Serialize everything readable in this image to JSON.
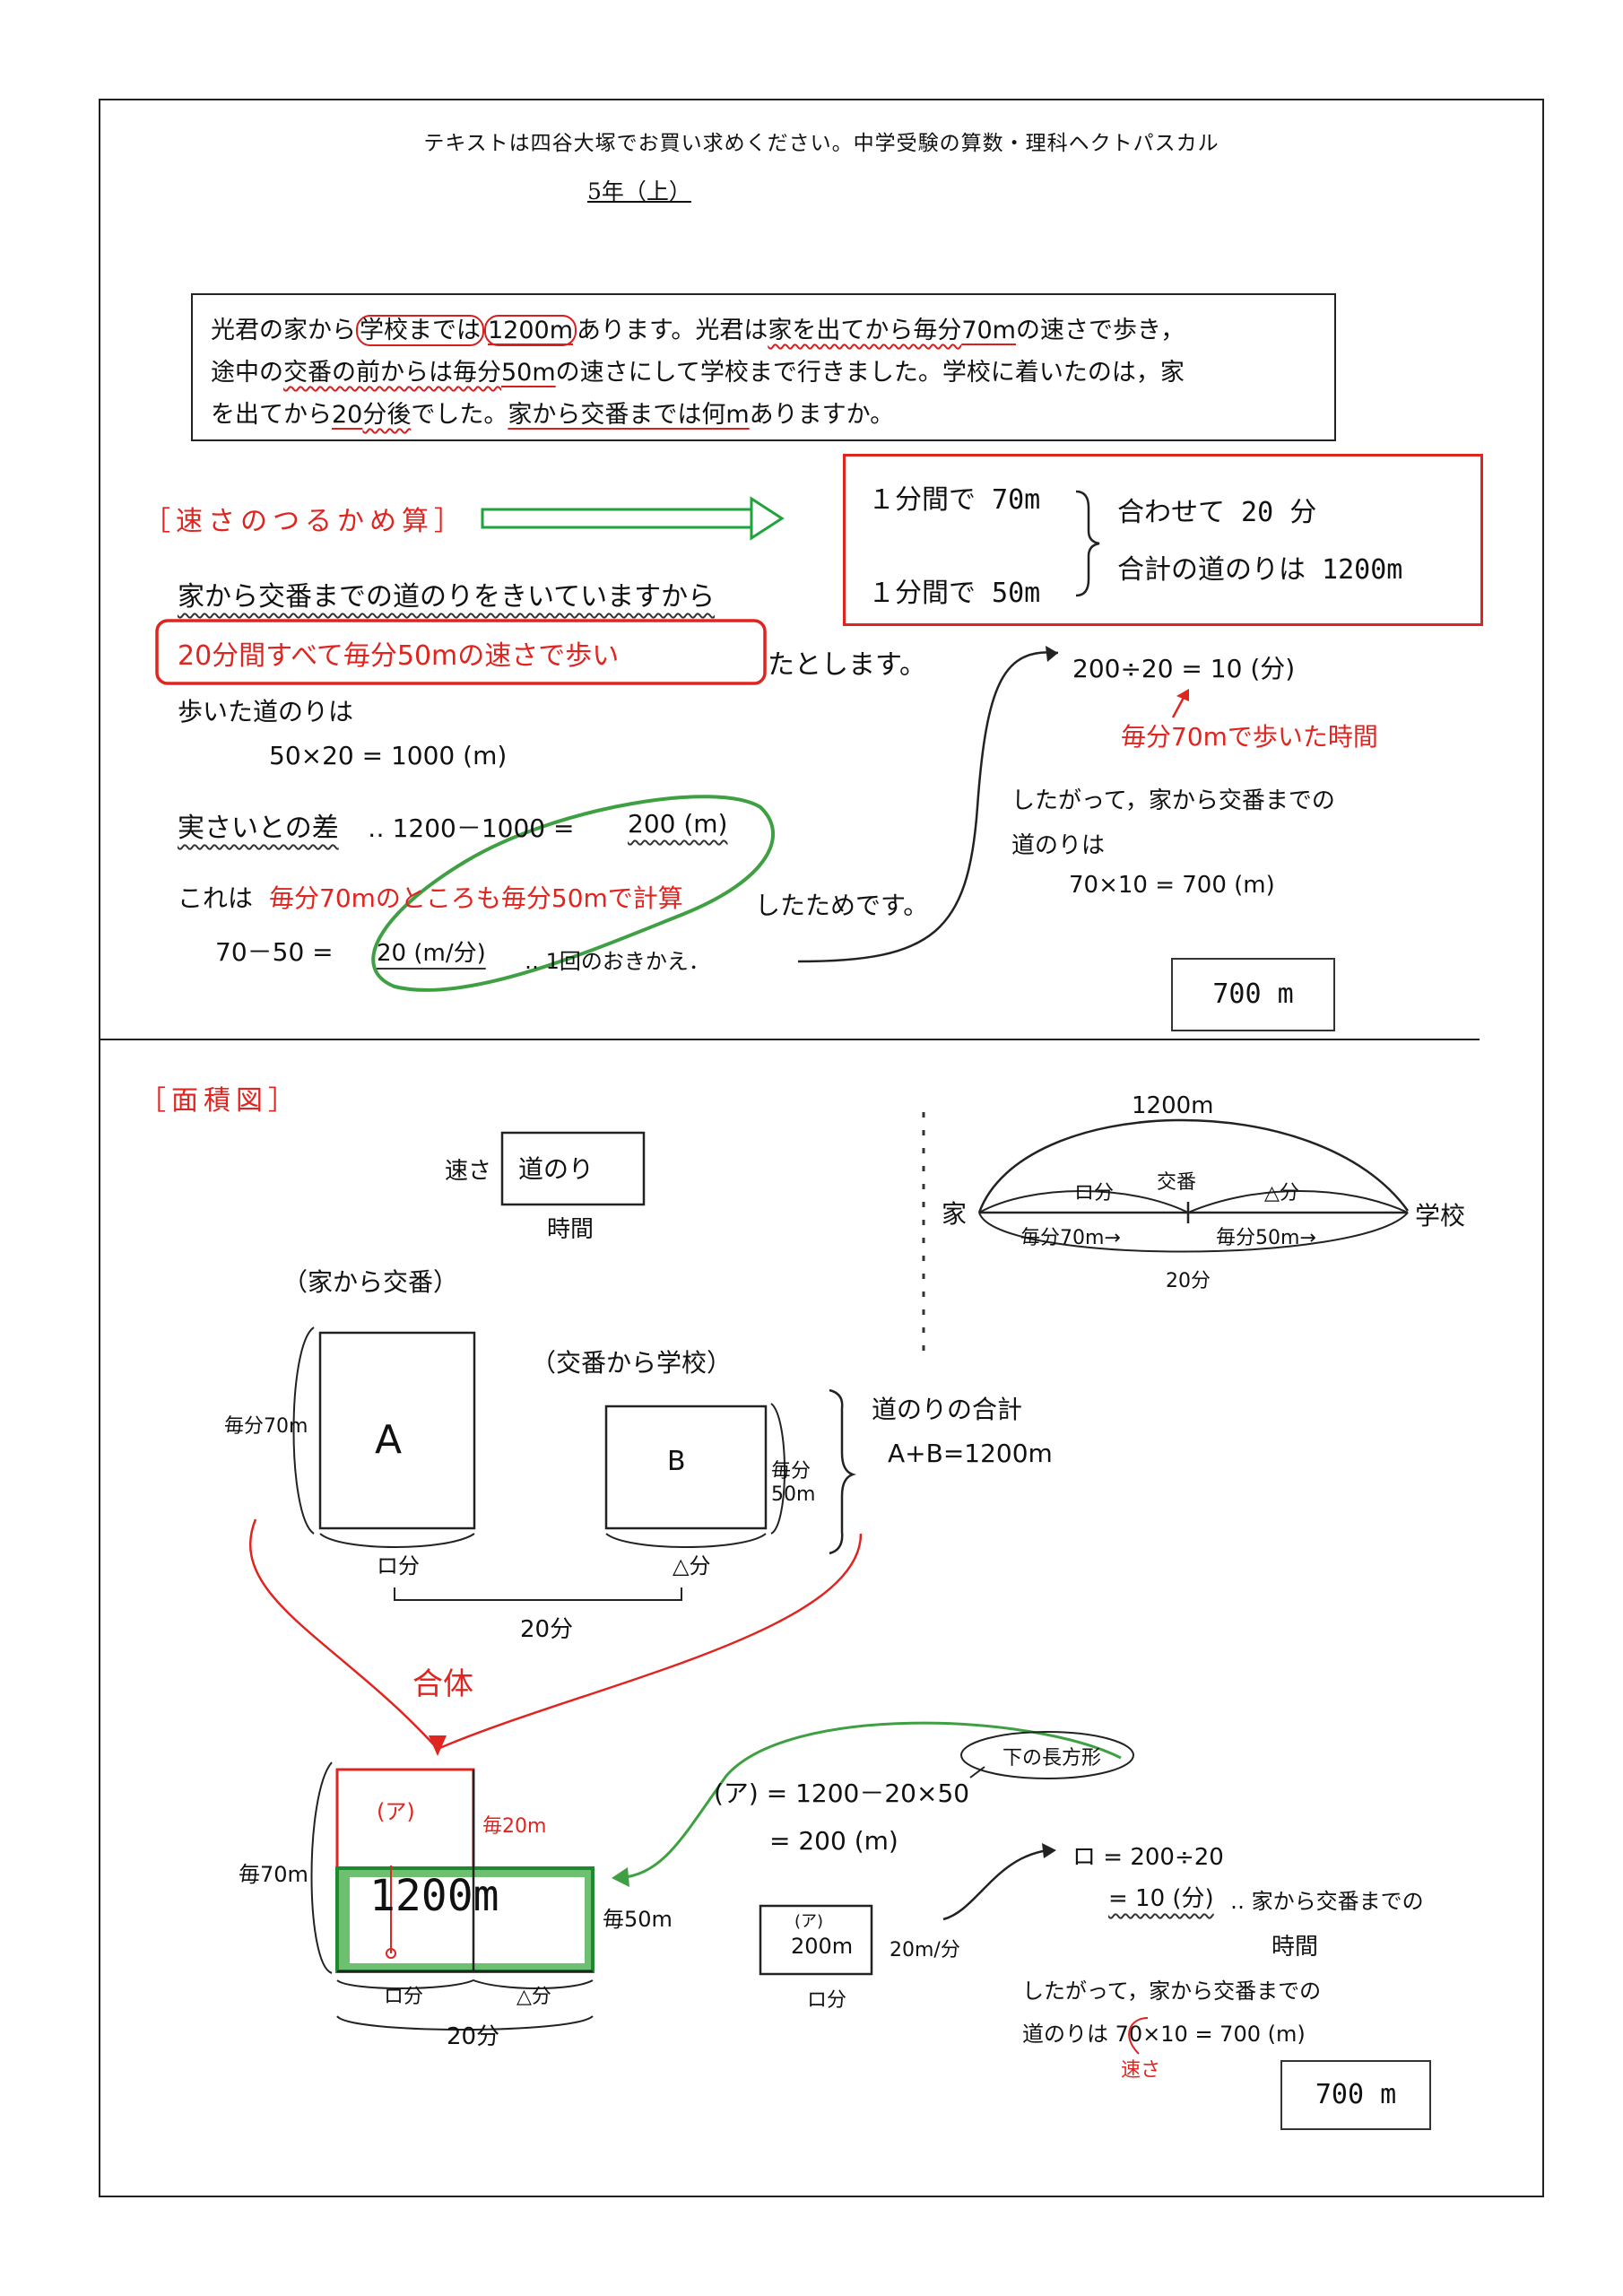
{
  "header": {
    "notice": "テキストは四谷大塚でお買い求めください。中学受験の算数・理科ヘクトパスカル",
    "grade": "5年（上）"
  },
  "problem": {
    "l1a": "光君の家から",
    "l1b": "学校までは",
    "l1c": "1200m",
    "l1d": "あります。光君は",
    "l1e": "家を出てから毎分",
    "l1f": "70m",
    "l1g": "の速さで歩き，",
    "l2a": "途中の",
    "l2b": "交番の前からは毎分",
    "l2c": "50m",
    "l2d": "の速さにして学校まで行きました。学校に着いたのは，家",
    "l3a": "を出てから",
    "l3b": "20",
    "l3c": "分後",
    "l3d": "でした。",
    "l3e": "家から交番までは何m",
    "l3f": "ありますか。"
  },
  "method1": {
    "title": "［速さのつるかめ算］",
    "box": {
      "r1": "１分間で 70m",
      "r2": "１分間で 50m",
      "c1": "合わせて 20 分",
      "c2": "合計の道のりは 1200m"
    },
    "s1": "家から交番までの道のりをきいていますから",
    "s2a": "20分間すべて毎分50mの速さで歩い",
    "s2b": "たとします。",
    "s3": "歩いた道のりは",
    "s4": "50×20 = 1000 (m)",
    "s5a": "実さいとの差",
    "s5b": "‥ 1200－1000 =",
    "s5c": "200 (m)",
    "s6a": "これは",
    "s6b": "毎分70mのところも毎分50mで計算",
    "s6c": "したためです。",
    "s7a": "70－50 =",
    "s7b": "20 (m/分)",
    "s7c": "‥ 1回のおきかえ．",
    "r1": "200÷20 = 10 (分)",
    "r2": "毎分70mで歩いた時間",
    "r3": "したがって，家から交番までの",
    "r4": "道のりは",
    "r5": "70×10 = 700 (m)",
    "answer": "700 m"
  },
  "method2": {
    "title": "［面積図］",
    "legend": {
      "speed": "速さ",
      "dist": "道のり",
      "time": "時間"
    },
    "route": {
      "total": "1200m",
      "home": "家",
      "school": "学校",
      "t1": "ロ分",
      "koban": "交番",
      "t2": "△分",
      "s1": "毎分70m→",
      "s2": "毎分50m→",
      "tt": "20分"
    },
    "labA": "（家から交番）",
    "labB": "（交番から学校）",
    "A": "A",
    "B": "B",
    "A_speed": "毎分70m",
    "B_speed": "毎分50m",
    "A_time": "ロ分",
    "B_time": "△分",
    "sum_time": "20分",
    "sum1": "道のりの合計",
    "sum2": "A+B=1200m",
    "combine": "合体",
    "m_a": "(ア)",
    "m_diff": "毎20m",
    "m_total": "1200m",
    "m_left": "毎70m",
    "m_right": "毎50m",
    "m_t1": "ロ分",
    "m_t2": "△分",
    "m_tt": "20分",
    "lower_rect": "下の長方形",
    "e1": "(ア) = 1200－20×50",
    "e2": "= 200 (m)",
    "small_a": "(ア)",
    "small_v": "200m",
    "small_s": "20m/分",
    "small_t": "ロ分",
    "f1": "ロ = 200÷20",
    "f2": "= 10 (分)",
    "f2b": "‥ 家から交番までの",
    "f3": "時間",
    "f4": "したがって，家から交番までの",
    "f5": "道のりは 70×10 = 700 (m)",
    "f6": "速さ",
    "answer": "700 m"
  }
}
